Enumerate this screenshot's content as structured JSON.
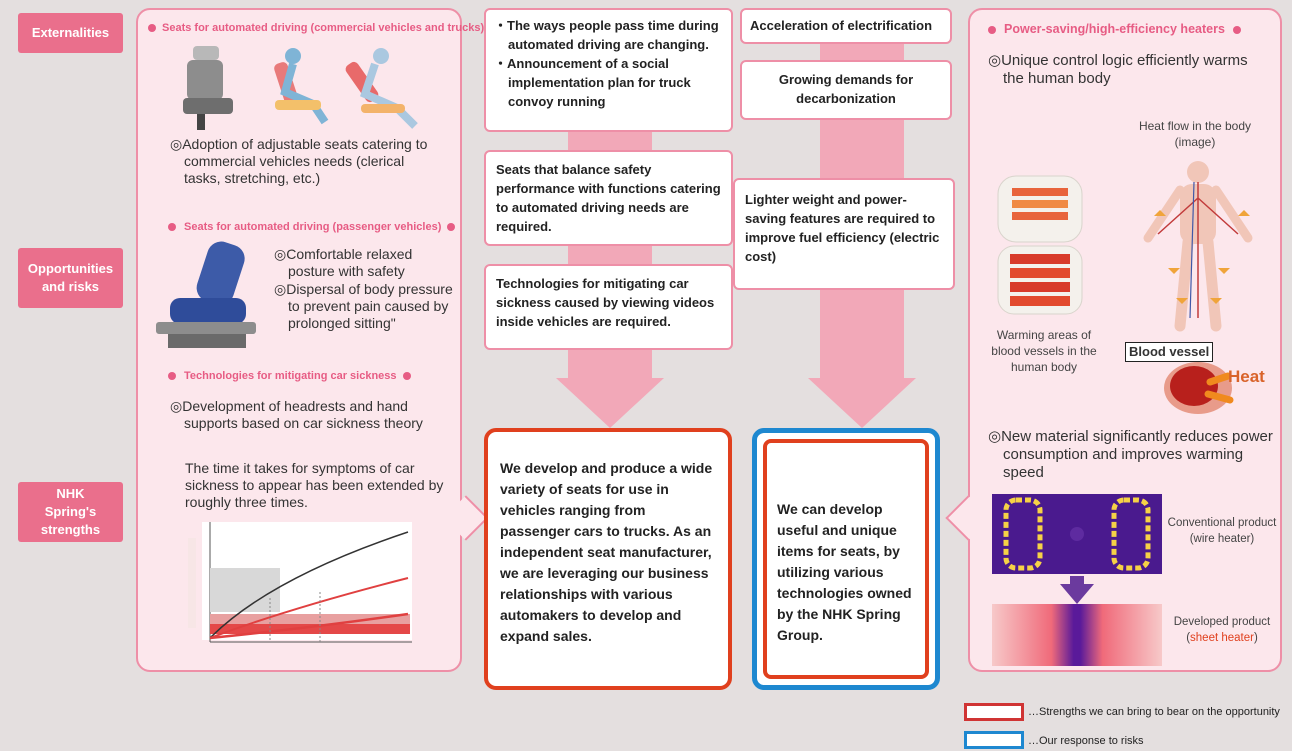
{
  "labels": {
    "externalities": "Externalities",
    "opportunities": "Opportunities and risks",
    "strengths": "NHK Spring's strengths"
  },
  "left_panel": {
    "head1": "Seats for automated driving (commercial vehicles and trucks)",
    "text1": "◎Adoption of adjustable seats catering to commercial vehicles needs (clerical tasks, stretching, etc.)",
    "head2": "Seats for automated driving (passenger vehicles)",
    "text2a": "◎Comfortable relaxed posture with safety",
    "text2b": "◎Dispersal of body pressure to prevent pain caused by prolonged sitting\"",
    "head3": "Technologies for mitigating car sickness",
    "text3a": "◎Development of headrests and hand supports based on car sickness theory",
    "text3b": "The time it takes for symptoms of car sickness to appear has been extended by roughly three times."
  },
  "col1": {
    "box1_item1": "The ways people pass time during automated driving are changing.",
    "box1_item2": "Announcement of a social implementation plan for truck convoy running",
    "box2": "Seats that balance safety performance with functions catering to automated driving needs are required.",
    "box3": "Technologies for mitigating car sickness caused by viewing videos inside vehicles are required.",
    "result": "We develop and produce a wide variety of seats for use in vehicles ranging from passenger cars to trucks. As an independent seat manufacturer, we are leveraging our business relationships with various automakers to develop and expand sales."
  },
  "col2": {
    "box1": "Acceleration of electrification",
    "box2": "Growing demands for decarbonization",
    "box3": "Lighter weight and power-saving features are required to improve fuel efficiency (electric cost)",
    "result": "We can develop useful and unique items for seats, by utilizing various technologies owned by the NHK Spring Group."
  },
  "right_panel": {
    "head": "Power-saving/high-efficiency heaters",
    "text1": "◎Unique control logic efficiently warms the human body",
    "caption_heat_flow": "Heat flow in the body (image)",
    "caption_warming": "Warming areas of blood vessels in the human body",
    "blood_vessel": "Blood vessel",
    "heat": "Heat",
    "text2": "◎New material significantly reduces power consumption and improves warming speed",
    "conventional": "Conventional product",
    "conventional_sub": "(wire heater)",
    "developed": "Developed product",
    "developed_sub": "sheet heater"
  },
  "legend": {
    "red": "…Strengths we can bring to bear on the opportunity",
    "blue": "…Our response to risks"
  },
  "colors": {
    "accent_pink": "#ea6f8c",
    "arrow_pink": "#f2a8b8",
    "strength_red": "#e0401e",
    "risk_blue": "#1e88d0"
  }
}
